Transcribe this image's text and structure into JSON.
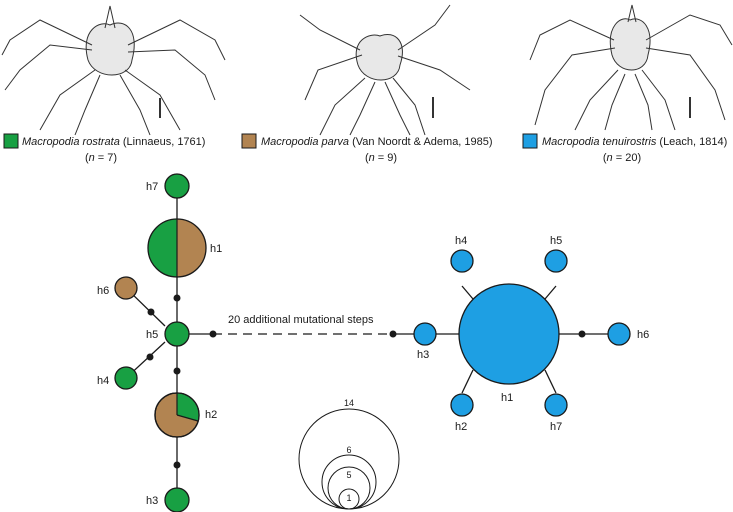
{
  "colors": {
    "rostrata": "#18a043",
    "parva": "#b28451",
    "tenuirostris": "#1e9fe3",
    "outline": "#1a1a1a"
  },
  "species": [
    {
      "key": "rostrata",
      "name": "Macropodia rostrata",
      "authority": "(Linnaeus, 1761)",
      "n_open": "(",
      "n_label": "n",
      "n_value": " = 7)"
    },
    {
      "key": "parva",
      "name": "Macropodia parva",
      "authority": "(Van Noordt & Adema, 1985)",
      "n_open": "(",
      "n_label": "n",
      "n_value": " = 9)"
    },
    {
      "key": "tenuirostris",
      "name": "Macropodia tenuirostris",
      "authority": "(Leach, 1814)",
      "n_open": "(",
      "n_label": "n",
      "n_value": " = 20)"
    }
  ],
  "left_network": {
    "haplotypes": [
      {
        "id": "h7",
        "label": "h7",
        "rostrata": 1,
        "parva": 0
      },
      {
        "id": "h1",
        "label": "h1",
        "rostrata": 4,
        "parva": 4
      },
      {
        "id": "h6",
        "label": "h6",
        "rostrata": 0,
        "parva": 1
      },
      {
        "id": "h5",
        "label": "h5",
        "rostrata": 1,
        "parva": 0
      },
      {
        "id": "h4",
        "label": "h4",
        "rostrata": 1,
        "parva": 0
      },
      {
        "id": "h2",
        "label": "h2",
        "rostrata": 1,
        "parva": 4
      },
      {
        "id": "h3",
        "label": "h3",
        "rostrata": 1,
        "parva": 0
      }
    ]
  },
  "right_network": {
    "haplotypes": [
      {
        "id": "h1",
        "label": "h1",
        "count": 14
      },
      {
        "id": "h2",
        "label": "h2",
        "count": 1
      },
      {
        "id": "h3",
        "label": "h3",
        "count": 1
      },
      {
        "id": "h4",
        "label": "h4",
        "count": 1
      },
      {
        "id": "h5",
        "label": "h5",
        "count": 1
      },
      {
        "id": "h6",
        "label": "h6",
        "count": 1
      },
      {
        "id": "h7",
        "label": "h7",
        "count": 1
      }
    ]
  },
  "connector_label": "20 additional mutational steps",
  "scale_legend": [
    14,
    6,
    5,
    1
  ]
}
